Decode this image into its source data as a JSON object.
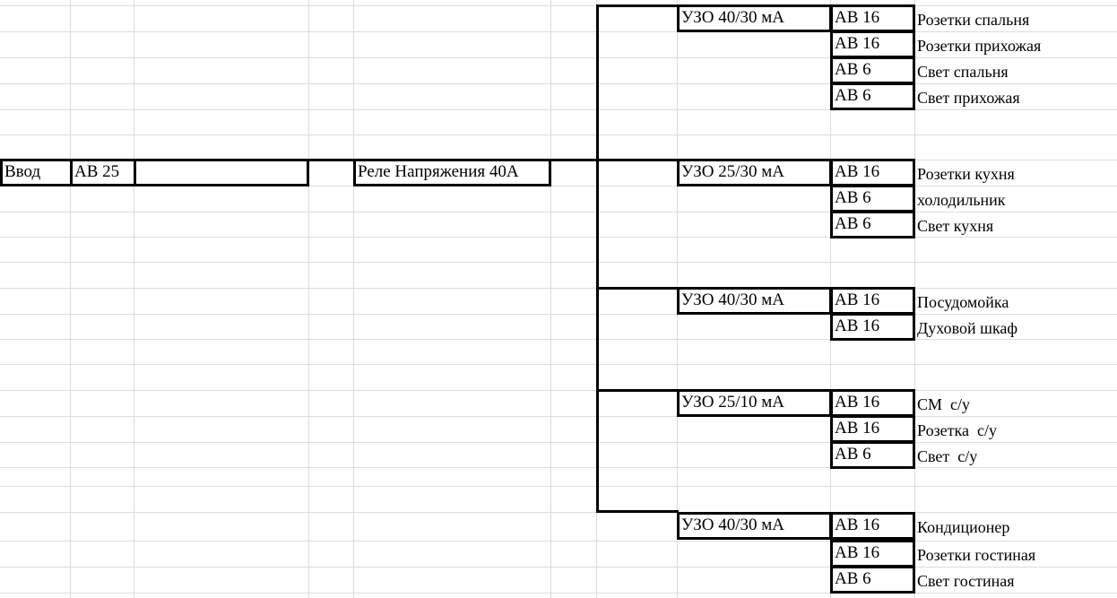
{
  "input": {
    "vvod_label": "Ввод",
    "breaker_label": "АВ 25",
    "relay_label": "Реле Напряжения 40А"
  },
  "groups": [
    {
      "rcd_label": "УЗО 40/30 мА",
      "circuits": [
        {
          "breaker": "АВ 16",
          "load": "Розетки спальня"
        },
        {
          "breaker": "АВ 16",
          "load": "Розетки прихожая"
        },
        {
          "breaker": "АВ 6",
          "load": "Свет спальня"
        },
        {
          "breaker": "АВ 6",
          "load": "Свет прихожая"
        }
      ]
    },
    {
      "rcd_label": "УЗО 25/30 мА",
      "circuits": [
        {
          "breaker": "АВ 16",
          "load": "Розетки кухня"
        },
        {
          "breaker": "АВ 6",
          "load": "холодильник"
        },
        {
          "breaker": "АВ 6",
          "load": "Свет кухня"
        }
      ]
    },
    {
      "rcd_label": "УЗО 40/30 мА",
      "circuits": [
        {
          "breaker": "АВ 16",
          "load": "Посудомойка"
        },
        {
          "breaker": "АВ 16",
          "load": "Духовой шкаф"
        }
      ]
    },
    {
      "rcd_label": "УЗО 25/10 мА",
      "circuits": [
        {
          "breaker": "АВ 16",
          "load": "СМ  с/у"
        },
        {
          "breaker": "АВ 16",
          "load": "Розетка  с/у"
        },
        {
          "breaker": "АВ 6",
          "load": "Свет  с/у"
        }
      ]
    },
    {
      "rcd_label": "УЗО 40/30 мА",
      "circuits": [
        {
          "breaker": "АВ 16",
          "load": "Кондиционер"
        },
        {
          "breaker": "АВ 16",
          "load": "Розетки гостиная"
        },
        {
          "breaker": "АВ 6",
          "load": "Свет гостиная"
        }
      ]
    }
  ]
}
